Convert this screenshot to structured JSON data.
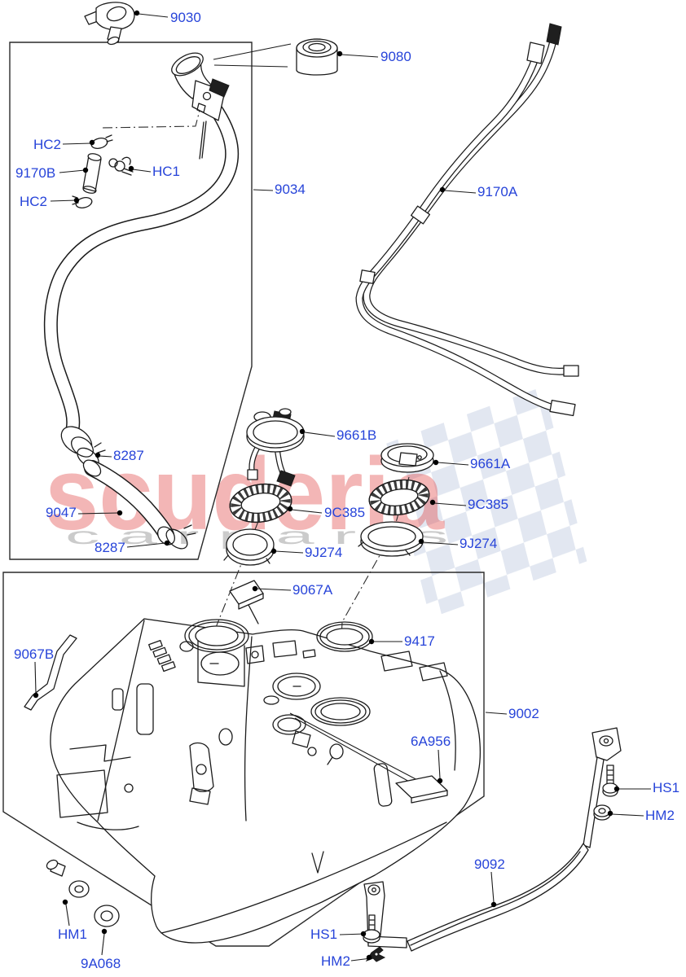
{
  "watermark": {
    "brand": "scuderia",
    "tagline": "c a r p a r t s",
    "brand_color": "#e04848",
    "tagline_color": "#c9c9c9",
    "flag_color": "#dde3ee"
  },
  "style": {
    "label_color": "#2744d9",
    "line_color": "#1b1b1b",
    "background": "#ffffff"
  },
  "labels": [
    {
      "id": "breather-valve",
      "text": "9030"
    },
    {
      "id": "filler-grommet",
      "text": "9080"
    },
    {
      "id": "hose-clamp-upper",
      "text": "HC2"
    },
    {
      "id": "breather-hose",
      "text": "9170B"
    },
    {
      "id": "spring-clamp",
      "text": "HC1"
    },
    {
      "id": "hose-clamp-lower",
      "text": "HC2"
    },
    {
      "id": "filler-pipe",
      "text": "9034"
    },
    {
      "id": "vent-pipe",
      "text": "9170A"
    },
    {
      "id": "clamp-top",
      "text": "8287"
    },
    {
      "id": "connector-hose",
      "text": "9047"
    },
    {
      "id": "clamp-bottom",
      "text": "8287"
    },
    {
      "id": "fuel-pump-sender",
      "text": "9661B"
    },
    {
      "id": "sender-cover",
      "text": "9661A"
    },
    {
      "id": "seal-left",
      "text": "9C385"
    },
    {
      "id": "seal-right",
      "text": "9C385"
    },
    {
      "id": "locking-ring-left",
      "text": "9J274"
    },
    {
      "id": "locking-ring-right",
      "text": "9J274"
    },
    {
      "id": "pad-top",
      "text": "9067A"
    },
    {
      "id": "pad-side",
      "text": "9067B"
    },
    {
      "id": "tank-ring",
      "text": "9417"
    },
    {
      "id": "fuel-tank",
      "text": "9002"
    },
    {
      "id": "pad-lower",
      "text": "6A956"
    },
    {
      "id": "tank-strap",
      "text": "9092"
    },
    {
      "id": "strap-bolt-right",
      "text": "HS1"
    },
    {
      "id": "strap-nut-right",
      "text": "HM2"
    },
    {
      "id": "strap-bolt-bottom",
      "text": "HS1"
    },
    {
      "id": "strap-nut-bottom",
      "text": "HM2"
    },
    {
      "id": "tank-nut",
      "text": "HM1"
    },
    {
      "id": "tank-grommet",
      "text": "9A068"
    }
  ]
}
